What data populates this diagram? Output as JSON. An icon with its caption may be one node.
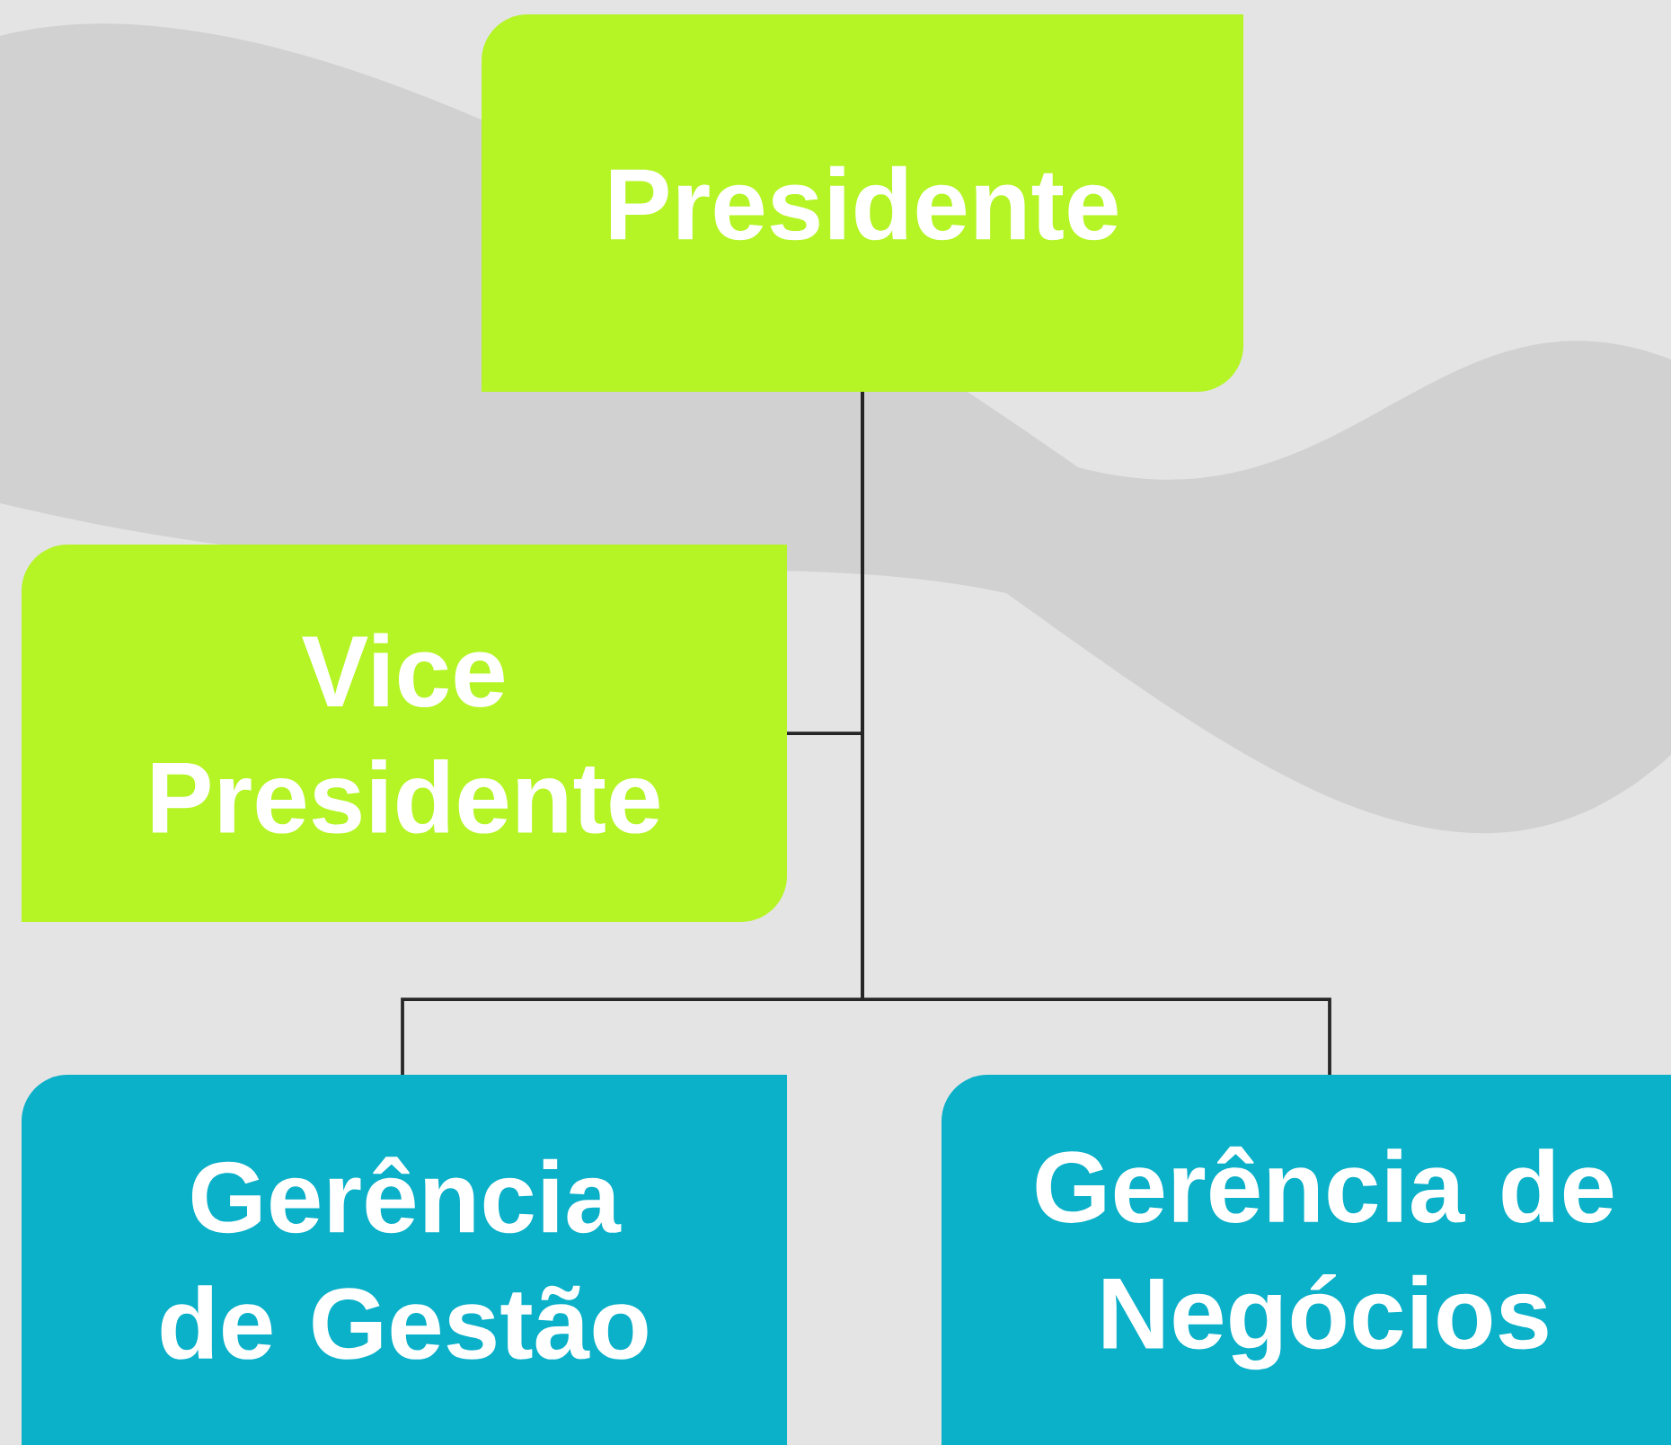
{
  "diagram": {
    "nodes": [
      {
        "text": [
          "Presidente"
        ]
      },
      {
        "text": [
          "Vice Presidente"
        ]
      },
      {
        "text": [
          "Gerência de Gestão"
        ]
      },
      {
        "text": [
          "Gerência de Negócios"
        ]
      }
    ],
    "edges": [
      {
        "from": 0,
        "to": 1,
        "arrow": "none"
      },
      {
        "from": 0,
        "to": 2,
        "arrow": "none"
      },
      {
        "from": 0,
        "to": 3,
        "arrow": "none"
      }
    ]
  }
}
